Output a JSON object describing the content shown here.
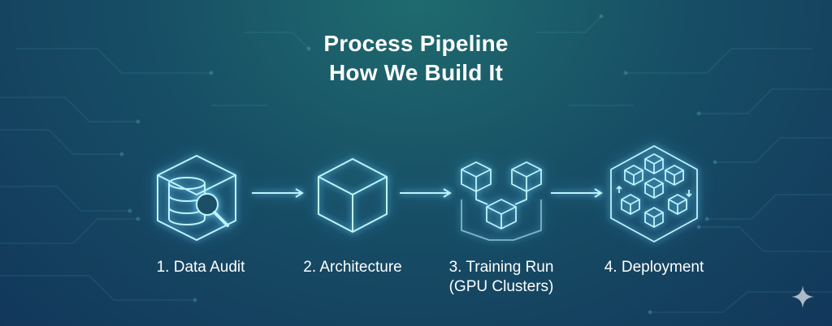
{
  "title": {
    "line1": "Process Pipeline",
    "line2": "How We Build It"
  },
  "steps": [
    {
      "label": "1. Data Audit",
      "icon": "database-search-icon"
    },
    {
      "label": "2. Architecture",
      "icon": "cube-icon"
    },
    {
      "label": "3. Training Run",
      "label2": "(GPU Clusters)",
      "icon": "cube-cluster-icon"
    },
    {
      "label": "4. Deployment",
      "icon": "hexagon-cubes-icon"
    }
  ],
  "colors": {
    "glow": "#7fe3ff",
    "line": "#bff3ff",
    "background_top": "#1f6b6e",
    "background_bottom": "#12375a"
  }
}
